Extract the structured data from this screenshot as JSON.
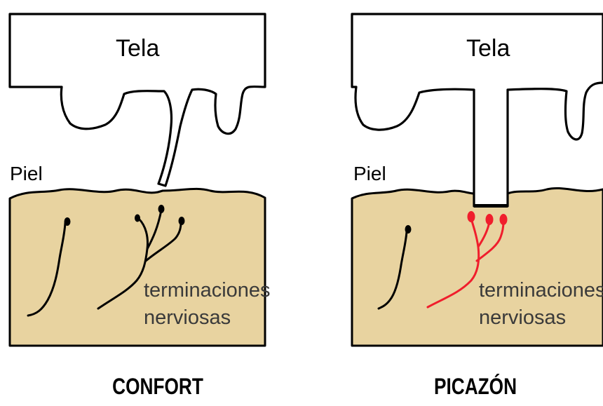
{
  "panels": [
    {
      "caption": "CONFORT",
      "fabric_label": "Tela",
      "skin_label": "Piel",
      "nerve_label_line1": "terminaciones",
      "nerve_label_line2": "nerviosas"
    },
    {
      "caption": "PICAZÓN",
      "fabric_label": "Tela",
      "skin_label": "Piel",
      "nerve_label_line1": "terminaciones",
      "nerve_label_line2": "nerviosas"
    }
  ],
  "colors": {
    "skin": "#e8d3a0",
    "fabric": "#ffffff",
    "outline": "#000000",
    "nerve_calm": "#000000",
    "nerve_irritated": "#f01e2c",
    "nerve_label_text": "#3a3a3a"
  }
}
